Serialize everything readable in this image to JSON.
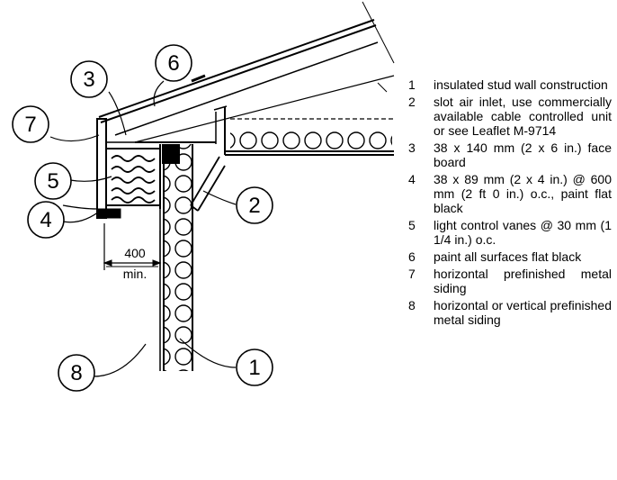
{
  "callouts": [
    "3",
    "6",
    "7",
    "5",
    "4",
    "2",
    "8",
    "1"
  ],
  "dimension": {
    "value": "400",
    "label": "min."
  },
  "legend": [
    {
      "number": "1",
      "text": "insulated stud wall construction"
    },
    {
      "number": "2",
      "text": "slot air inlet, use commercially available cable controlled unit or see Leaflet M-9714"
    },
    {
      "number": "3",
      "text": "38 x 140 mm (2 x 6 in.) face board"
    },
    {
      "number": "4",
      "text": "38 x 89 mm (2 x 4 in.) @ 600 mm (2 ft 0 in.) o.c., paint flat black"
    },
    {
      "number": "5",
      "text": "light control vanes @ 30 mm (1 1/4 in.) o.c."
    },
    {
      "number": "6",
      "text": "paint all surfaces flat black"
    },
    {
      "number": "7",
      "text": "horizontal prefinished metal siding"
    },
    {
      "number": "8",
      "text": "horizontal or vertical prefinished metal siding"
    }
  ]
}
